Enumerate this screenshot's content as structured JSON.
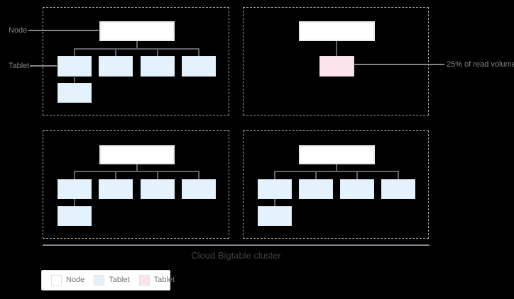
{
  "diagram": {
    "pointer_labels": {
      "node": "Node",
      "tablet": "Tablet"
    },
    "annotation": "25% of read volume",
    "cluster_title": "Cloud Bigtable cluster"
  },
  "legend": {
    "items": [
      {
        "label": "Node",
        "color": "#ffffff"
      },
      {
        "label": "Tablet",
        "color": "#e3f2fd"
      },
      {
        "label": "Tablet",
        "color": "#fce4ec"
      }
    ]
  },
  "colors": {
    "background": "#000000",
    "node_fill": "#ffffff",
    "tablet_fill": "#e3f2fd",
    "hot_tablet_fill": "#fce4ec",
    "box_border": "#e0e0e0",
    "connector": "#5f6368",
    "dashed_border": "#9e9e9e",
    "label_text": "#80868b",
    "title_text": "#3c4043"
  }
}
